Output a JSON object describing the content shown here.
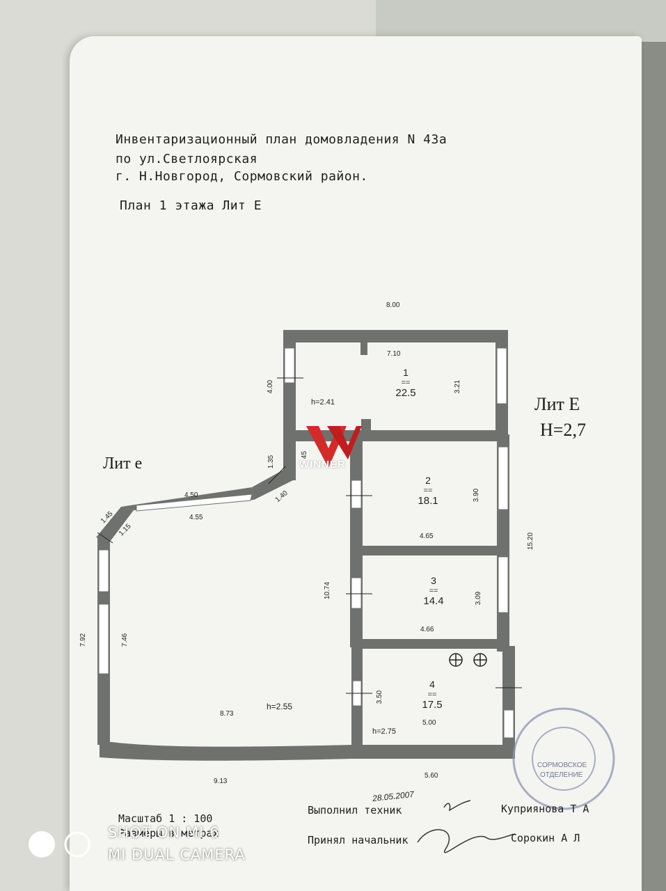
{
  "header": {
    "line1": "Инвентаризационный план домовладения N 43а",
    "line2": "по ул.Светлоярская",
    "line3": "г. Н.Новгород, Сормовский район.",
    "plan_title": "План 1 этажа Лит Е"
  },
  "labels": {
    "lit_big_1": "Лит Е",
    "lit_big_2": "Н=2,7",
    "lit_small": "Лит е"
  },
  "dimensions": {
    "top_width": "8.00",
    "room1_width": "7.10",
    "room1_height_left": "4.00",
    "room1_height_right": "3.21",
    "room1_ceiling": "h=2.41",
    "corridor_135": "1.35",
    "corridor_45": "45",
    "diag_140": "1.40",
    "seg_450": "4.50",
    "seg_455": "4.55",
    "seg_145": "1.45",
    "seg_115": "1.15",
    "room2_height": "3.90",
    "room2_width": "4.65",
    "right_total": "15.20",
    "mid_1074": "10.74",
    "room3_height": "3.09",
    "room3_width": "4.66",
    "left_outer": "7.92",
    "left_inner": "7.46",
    "room4_height": "3.50",
    "bottom_left_inner": "8.73",
    "big_ceiling": "h=2.55",
    "room4_width": "5.00",
    "room4_ceiling": "h=2.75",
    "bottom_left": "9.13",
    "bottom_right": "5.60"
  },
  "rooms": [
    {
      "num": "1",
      "area": "22.5"
    },
    {
      "num": "2",
      "area": "18.1"
    },
    {
      "num": "3",
      "area": "14.4"
    },
    {
      "num": "4",
      "area": "17.5"
    }
  ],
  "room_eq": "==",
  "footer": {
    "scale": "Масштаб 1 : 100",
    "units": "Размеры в метрах",
    "made_label": "Выполнил техник",
    "made_name": "Куприянова Т А",
    "accepted_label": "Принял начальник",
    "accepted_name": "Сорокин А Л",
    "date_handwritten": "28.05.2007"
  },
  "stamp": {
    "line1": "СОРМОВСКОЕ",
    "line2": "ОТДЕЛЕНИЕ"
  },
  "watermark": "WINNER",
  "camera": {
    "line1": "SHOT ON MI 6",
    "line2": "MI DUAL CAMERA"
  },
  "colors": {
    "wall": "#6f716e",
    "paper": "#f4f5f0",
    "logo_red": "#d42a2a",
    "stamp": "#8e94b4"
  }
}
